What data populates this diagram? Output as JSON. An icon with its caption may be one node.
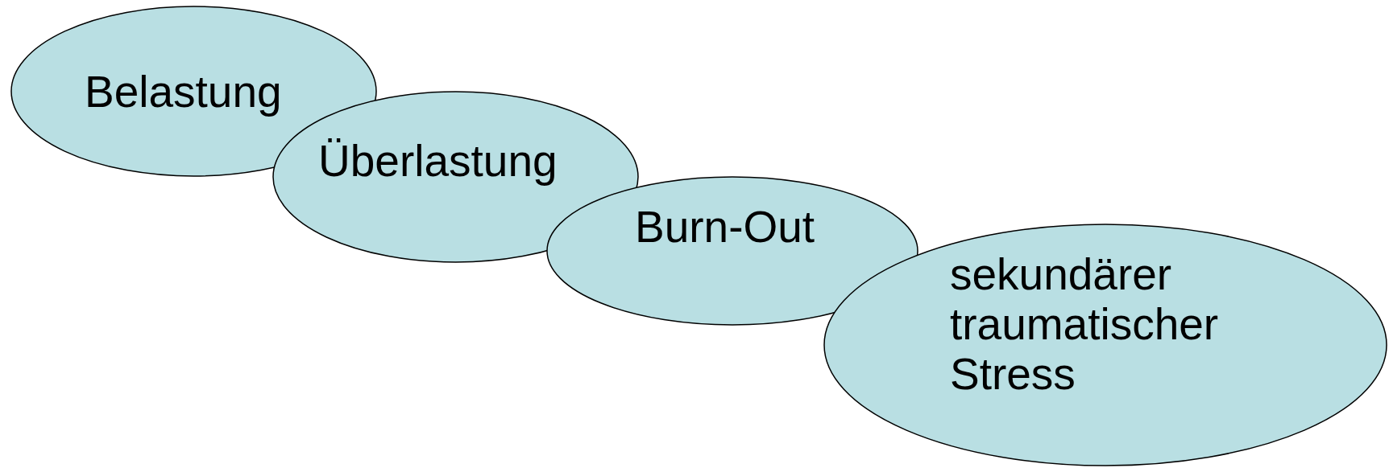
{
  "diagram": {
    "nodes": [
      {
        "text": [
          "Belastung"
        ]
      },
      {
        "text": [
          "Überlastung"
        ]
      },
      {
        "text": [
          "Burn-Out"
        ]
      },
      {
        "text": [
          "sekundärer traumatischer Stress"
        ]
      }
    ]
  }
}
